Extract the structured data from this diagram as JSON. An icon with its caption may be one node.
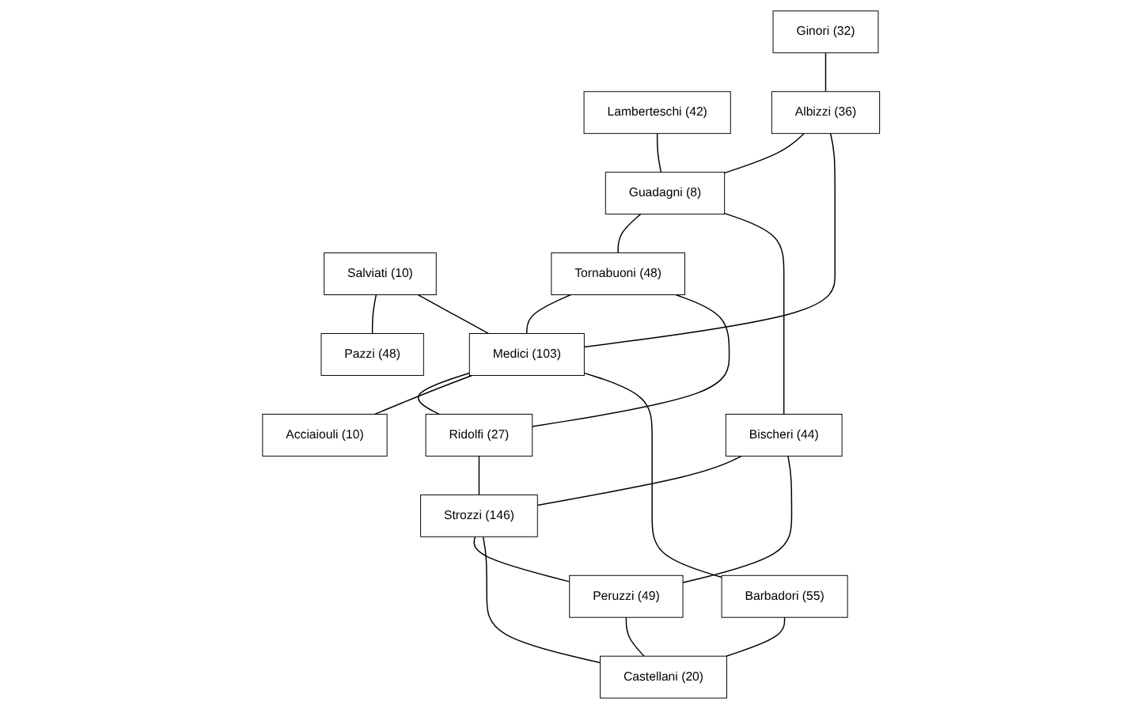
{
  "diagram": {
    "nodes": [
      {
        "text": [
          "Ginori (32)"
        ]
      },
      {
        "text": [
          "Lamberteschi (42)"
        ]
      },
      {
        "text": [
          "Albizzi (36)"
        ]
      },
      {
        "text": [
          "Guadagni (8)"
        ]
      },
      {
        "text": [
          "Salviati (10)"
        ]
      },
      {
        "text": [
          "Tornabuoni (48)"
        ]
      },
      {
        "text": [
          "Pazzi (48)"
        ]
      },
      {
        "text": [
          "Medici (103)"
        ]
      },
      {
        "text": [
          "Bischeri (44)"
        ]
      },
      {
        "text": [
          "Ridolfi (27)"
        ]
      },
      {
        "text": [
          "Acciaiouli (10)"
        ]
      },
      {
        "text": [
          "Strozzi (146)"
        ]
      },
      {
        "text": [
          "Peruzzi (49)"
        ]
      },
      {
        "text": [
          "Barbadori (55)"
        ]
      },
      {
        "text": [
          "Castellani (20)"
        ]
      }
    ],
    "edges": [
      {
        "from": 0,
        "to": 2,
        "arrow": "none"
      },
      {
        "from": 2,
        "to": 3,
        "arrow": "none"
      },
      {
        "from": 2,
        "to": 7,
        "arrow": "none"
      },
      {
        "from": 1,
        "to": 3,
        "arrow": "none"
      },
      {
        "from": 3,
        "to": 5,
        "arrow": "none"
      },
      {
        "from": 3,
        "to": 8,
        "arrow": "none"
      },
      {
        "from": 4,
        "to": 6,
        "arrow": "none"
      },
      {
        "from": 4,
        "to": 7,
        "arrow": "none"
      },
      {
        "from": 5,
        "to": 7,
        "arrow": "none"
      },
      {
        "from": 5,
        "to": 9,
        "arrow": "none"
      },
      {
        "from": 7,
        "to": 9,
        "arrow": "none"
      },
      {
        "from": 7,
        "to": 10,
        "arrow": "none"
      },
      {
        "from": 7,
        "to": 13,
        "arrow": "none"
      },
      {
        "from": 8,
        "to": 11,
        "arrow": "none"
      },
      {
        "from": 8,
        "to": 12,
        "arrow": "none"
      },
      {
        "from": 9,
        "to": 11,
        "arrow": "none"
      },
      {
        "from": 11,
        "to": 12,
        "arrow": "none"
      },
      {
        "from": 11,
        "to": 14,
        "arrow": "none"
      },
      {
        "from": 12,
        "to": 14,
        "arrow": "none"
      },
      {
        "from": 13,
        "to": 14,
        "arrow": "none"
      }
    ]
  }
}
